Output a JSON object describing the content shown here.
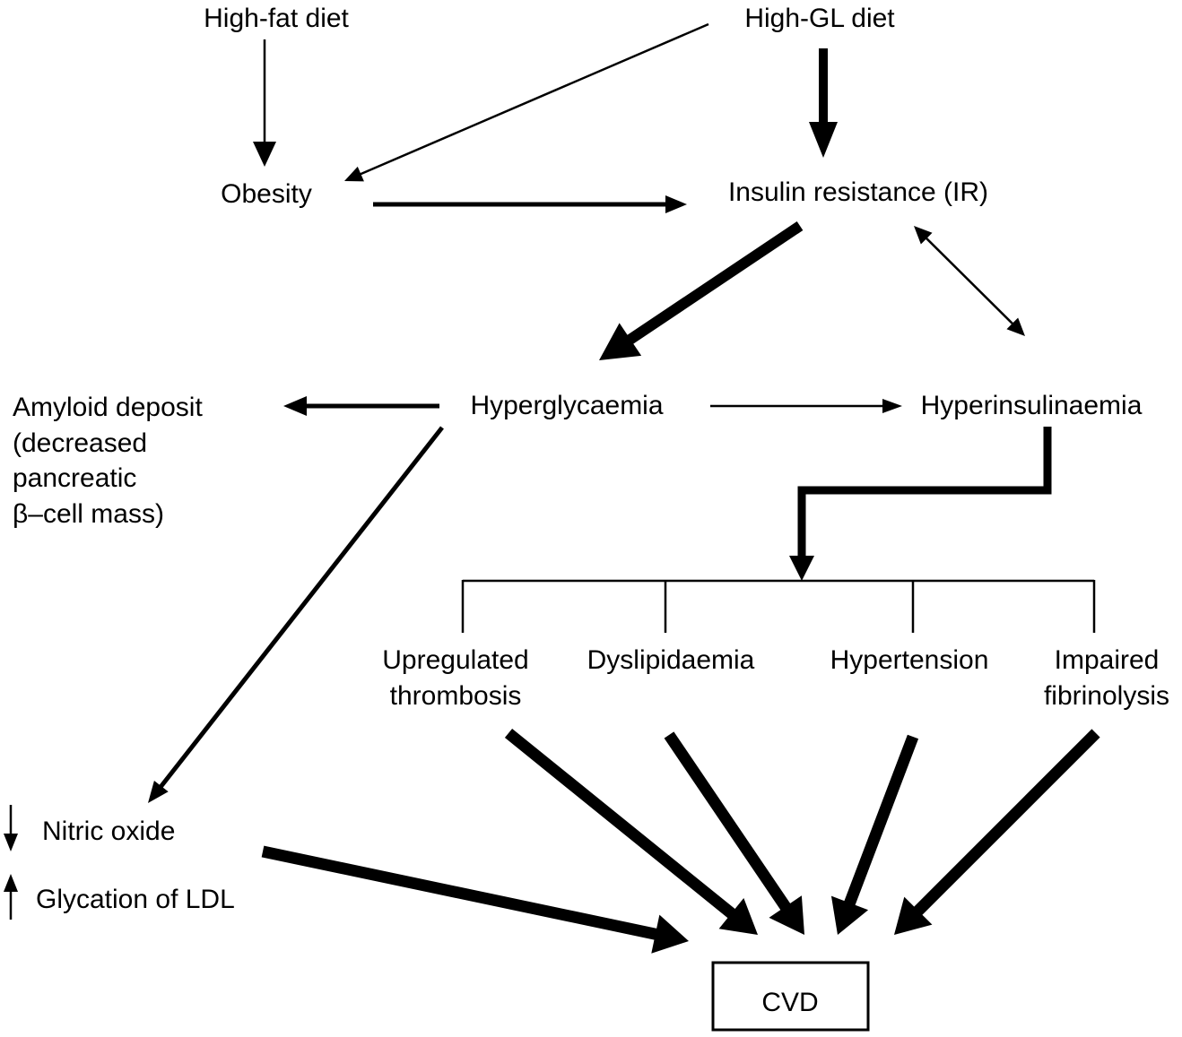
{
  "diagram": {
    "title": "",
    "colors": {
      "ink": "#000000",
      "background": "#ffffff"
    },
    "nodes": {
      "high_fat_diet": "High-fat diet",
      "high_gl_diet": "High-GL diet",
      "obesity": "Obesity",
      "insulin_resistance": "Insulin resistance (IR)",
      "hyperglycaemia": "Hyperglycaemia",
      "hyperinsulinaemia": "Hyperinsulinaemia",
      "amyloid_deposit": {
        "lines": [
          "Amyloid deposit",
          "(decreased",
          "pancreatic",
          "β–cell mass)"
        ]
      },
      "upregulated_thrombosis": {
        "lines": [
          "Upregulated",
          "thrombosis"
        ]
      },
      "dyslipidaemia": "Dyslipidaemia",
      "hypertension": "Hypertension",
      "impaired_fibrinolysis": {
        "lines": [
          "Impaired",
          "fibrinolysis"
        ]
      },
      "nitric_oxide": {
        "label": "Nitric oxide",
        "direction": "decrease"
      },
      "glycation_ldl": {
        "label": "Glycation of LDL",
        "direction": "increase"
      },
      "cvd": "CVD"
    },
    "edges": [
      {
        "from": "High-fat diet",
        "to": "Obesity",
        "weight": "thin"
      },
      {
        "from": "High-GL diet",
        "to": "Obesity",
        "weight": "thin"
      },
      {
        "from": "High-GL diet",
        "to": "Insulin resistance (IR)",
        "weight": "thick"
      },
      {
        "from": "Obesity",
        "to": "Insulin resistance (IR)",
        "weight": "medium"
      },
      {
        "from": "Insulin resistance (IR)",
        "to": "Hyperglycaemia",
        "weight": "thick"
      },
      {
        "from": "Insulin resistance (IR)",
        "to": "Hyperinsulinaemia",
        "weight": "thin",
        "bidirectional": true
      },
      {
        "from": "Hyperglycaemia",
        "to": "Amyloid deposit",
        "weight": "medium"
      },
      {
        "from": "Hyperglycaemia",
        "to": "Hyperinsulinaemia",
        "weight": "thin"
      },
      {
        "from": "Hyperglycaemia",
        "to": "Nitric oxide",
        "weight": "medium"
      },
      {
        "from": "Hyperinsulinaemia",
        "to": "Upregulated thrombosis / Dyslipidaemia / Hypertension / Impaired fibrinolysis",
        "weight": "thick"
      },
      {
        "from": "Nitric oxide / Glycation of LDL",
        "to": "CVD",
        "weight": "thick"
      },
      {
        "from": "Upregulated thrombosis",
        "to": "CVD",
        "weight": "thick"
      },
      {
        "from": "Dyslipidaemia",
        "to": "CVD",
        "weight": "thick"
      },
      {
        "from": "Hypertension",
        "to": "CVD",
        "weight": "thick"
      },
      {
        "from": "Impaired fibrinolysis",
        "to": "CVD",
        "weight": "thick"
      }
    ]
  }
}
